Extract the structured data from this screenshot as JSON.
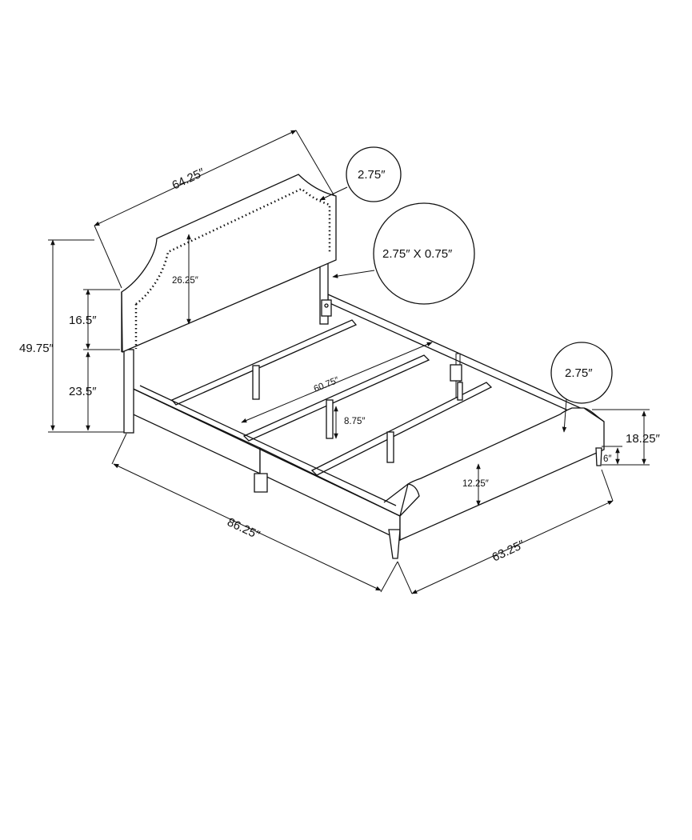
{
  "labels": {
    "headboard_width": "64.25″",
    "callout_top": "2.75″",
    "callout_bracket": "2.75″ X 0.75″",
    "callout_foot": "2.75″",
    "headboard_height": "26.25″",
    "headboard_panel_height": "16.5″",
    "total_height": "49.75″",
    "leg_to_rail_height": "23.5″",
    "slat_length": "60.75″",
    "slat_leg_height": "8.75″",
    "footboard_height": "18.25″",
    "foot_leg_height": "6″",
    "footboard_rail_height": "12.25″",
    "total_length": "86.25″",
    "total_width": "63.25″"
  }
}
